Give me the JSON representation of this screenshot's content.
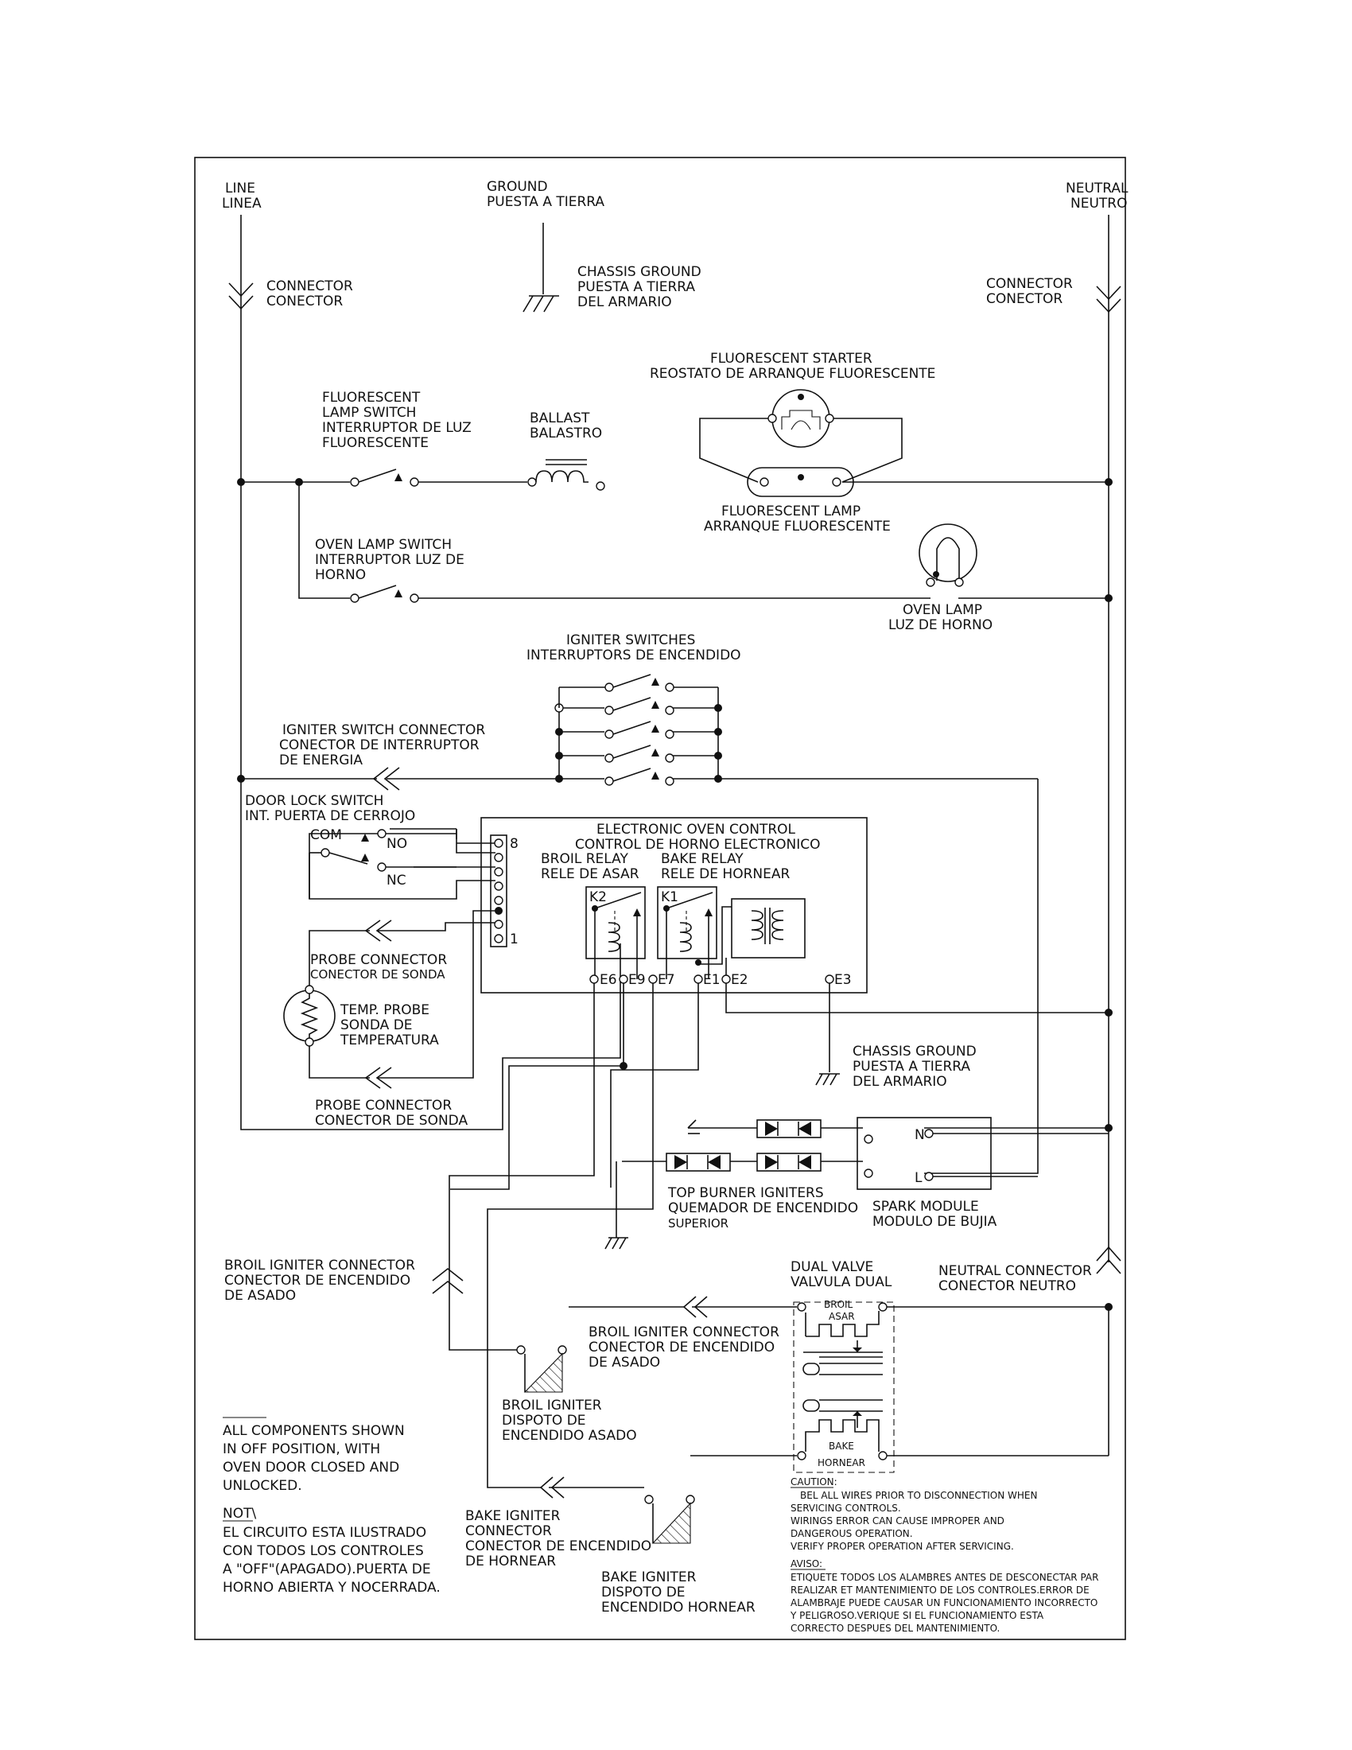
{
  "title": "",
  "labels": {
    "line": [
      "LINE",
      "LINEA"
    ],
    "ground": [
      "GROUND",
      "PUESTA A TIERRA"
    ],
    "neutral": [
      "NEUTRAL",
      "NEUTRO"
    ],
    "connector_left": [
      "CONNECTOR",
      "CONECTOR"
    ],
    "connector_right": [
      "CONNECTOR",
      "CONECTOR"
    ],
    "chassis_ground_top": [
      "CHASSIS GROUND",
      "PUESTA A TIERRA",
      "DEL ARMARIO"
    ],
    "fluorescent_starter": [
      "FLUORESCENT STARTER",
      "REOSTATO DE ARRANQUE FLUORESCENTE"
    ],
    "fluorescent_lamp_switch": [
      "FLUORESCENT",
      "LAMP SWITCH",
      "INTERRUPTOR DE LUZ",
      "FLUORESCENTE"
    ],
    "ballast": [
      "BALLAST",
      "BALASTRO"
    ],
    "fluorescent_lamp": [
      "FLUORESCENT LAMP",
      "ARRANQUE FLUORESCENTE"
    ],
    "oven_lamp_switch": [
      "OVEN LAMP SWITCH",
      "INTERRUPTOR LUZ DE",
      "HORNO"
    ],
    "oven_lamp": [
      "OVEN LAMP",
      "LUZ DE HORNO"
    ],
    "igniter_switches": [
      "IGNITER SWITCHES",
      "INTERRUPTORS DE ENCENDIDO"
    ],
    "igniter_switch_connector": [
      "IGNITER SWITCH CONNECTOR",
      "CONECTOR DE INTERRUPTOR",
      "DE ENERGIA"
    ],
    "door_lock_switch": [
      "DOOR LOCK SWITCH",
      "INT. PUERTA DE CERROJO"
    ],
    "door_lock_com": "COM",
    "door_lock_no": "NO",
    "door_lock_nc": "NC",
    "eoc": [
      "ELECTRONIC OVEN CONTROL",
      "CONTROL DE HORNO ELECTRONICO"
    ],
    "broil_relay": [
      "BROIL RELAY",
      "RELE DE ASAR"
    ],
    "bake_relay": [
      "BAKE RELAY",
      "RELE DE HORNEAR"
    ],
    "k2": "K2",
    "k1": "K1",
    "pin_8": "8",
    "pin_1": "1",
    "terminals": [
      "E6",
      "E9",
      "E7",
      "E1",
      "E2",
      "E3"
    ],
    "probe_connector_top": [
      "PROBE CONNECTOR",
      "CONECTOR DE SONDA"
    ],
    "temp_probe": [
      "TEMP. PROBE",
      "SONDA DE",
      "TEMPERATURA"
    ],
    "probe_connector_bottom": [
      "PROBE CONNECTOR",
      "CONECTOR DE SONDA"
    ],
    "chassis_ground_mid": [
      "CHASSIS GROUND",
      "PUESTA A TIERRA",
      "DEL ARMARIO"
    ],
    "spark_n": "N",
    "spark_l": "L",
    "top_burner_igniters": [
      "TOP BURNER IGNITERS",
      "QUEMADOR DE ENCENDIDO",
      "SUPERIOR"
    ],
    "spark_module": [
      "SPARK MODULE",
      "MODULO DE BUJIA"
    ],
    "broil_igniter_connector_left": [
      "BROIL IGNITER CONNECTOR",
      "CONECTOR DE ENCENDIDO",
      "DE ASADO"
    ],
    "dual_valve": [
      "DUAL VALVE",
      "VALVULA DUAL"
    ],
    "neutral_connector": [
      "NEUTRAL CONNECTOR",
      "CONECTOR NEUTRO"
    ],
    "valve_broil": [
      "BROIL",
      "ASAR"
    ],
    "valve_bake": [
      "BAKE",
      "HORNEAR"
    ],
    "broil_igniter_connector_mid": [
      "BROIL IGNITER CONNECTOR",
      "CONECTOR DE ENCENDIDO",
      "DE ASADO"
    ],
    "broil_igniter": [
      "BROIL IGNITER",
      "DISPOTO DE",
      "ENCENDIDO ASADO"
    ],
    "off_note": [
      "ALL COMPONENTS SHOWN",
      "IN OFF POSITION, WITH",
      "OVEN DOOR CLOSED AND",
      "UNLOCKED."
    ],
    "note_heading": "NOT\\",
    "note_es": [
      "EL CIRCUITO ESTA ILUSTRADO",
      "CON TODOS LOS CONTROLES",
      "A \"OFF\"(APAGADO).PUERTA DE",
      "HORNO ABIERTA Y NOCERRADA."
    ],
    "bake_igniter_connector": [
      "BAKE IGNITER",
      "CONNECTOR",
      "CONECTOR DE ENCENDIDO",
      "DE HORNEAR"
    ],
    "bake_igniter": [
      "BAKE IGNITER",
      "DISPOTO DE",
      "ENCENDIDO HORNEAR"
    ],
    "caution_heading": "CAUTION:",
    "caution_text": [
      "BEL ALL WIRES PRIOR TO DISCONNECTION WHEN",
      "SERVICING CONTROLS.",
      "WIRINGS ERROR CAN CAUSE IMPROPER AND",
      "DANGEROUS OPERATION.",
      "VERIFY PROPER OPERATION AFTER SERVICING."
    ],
    "aviso_heading": "AVISO:",
    "aviso_text": [
      "ETIQUETE TODOS LOS ALAMBRES ANTES DE DESCONECTAR PAR",
      "REALIZAR ET MANTENIMIENTO DE LOS CONTROLES.ERROR DE",
      "ALAMBRAJE PUEDE CAUSAR UN FUNCIONAMIENTO INCORRECTO",
      "Y PELIGROSO.VERIQUE SI EL FUNCIONAMIENTO ESTA",
      "CORRECTO DESPUES DEL MANTENIMIENTO."
    ]
  }
}
